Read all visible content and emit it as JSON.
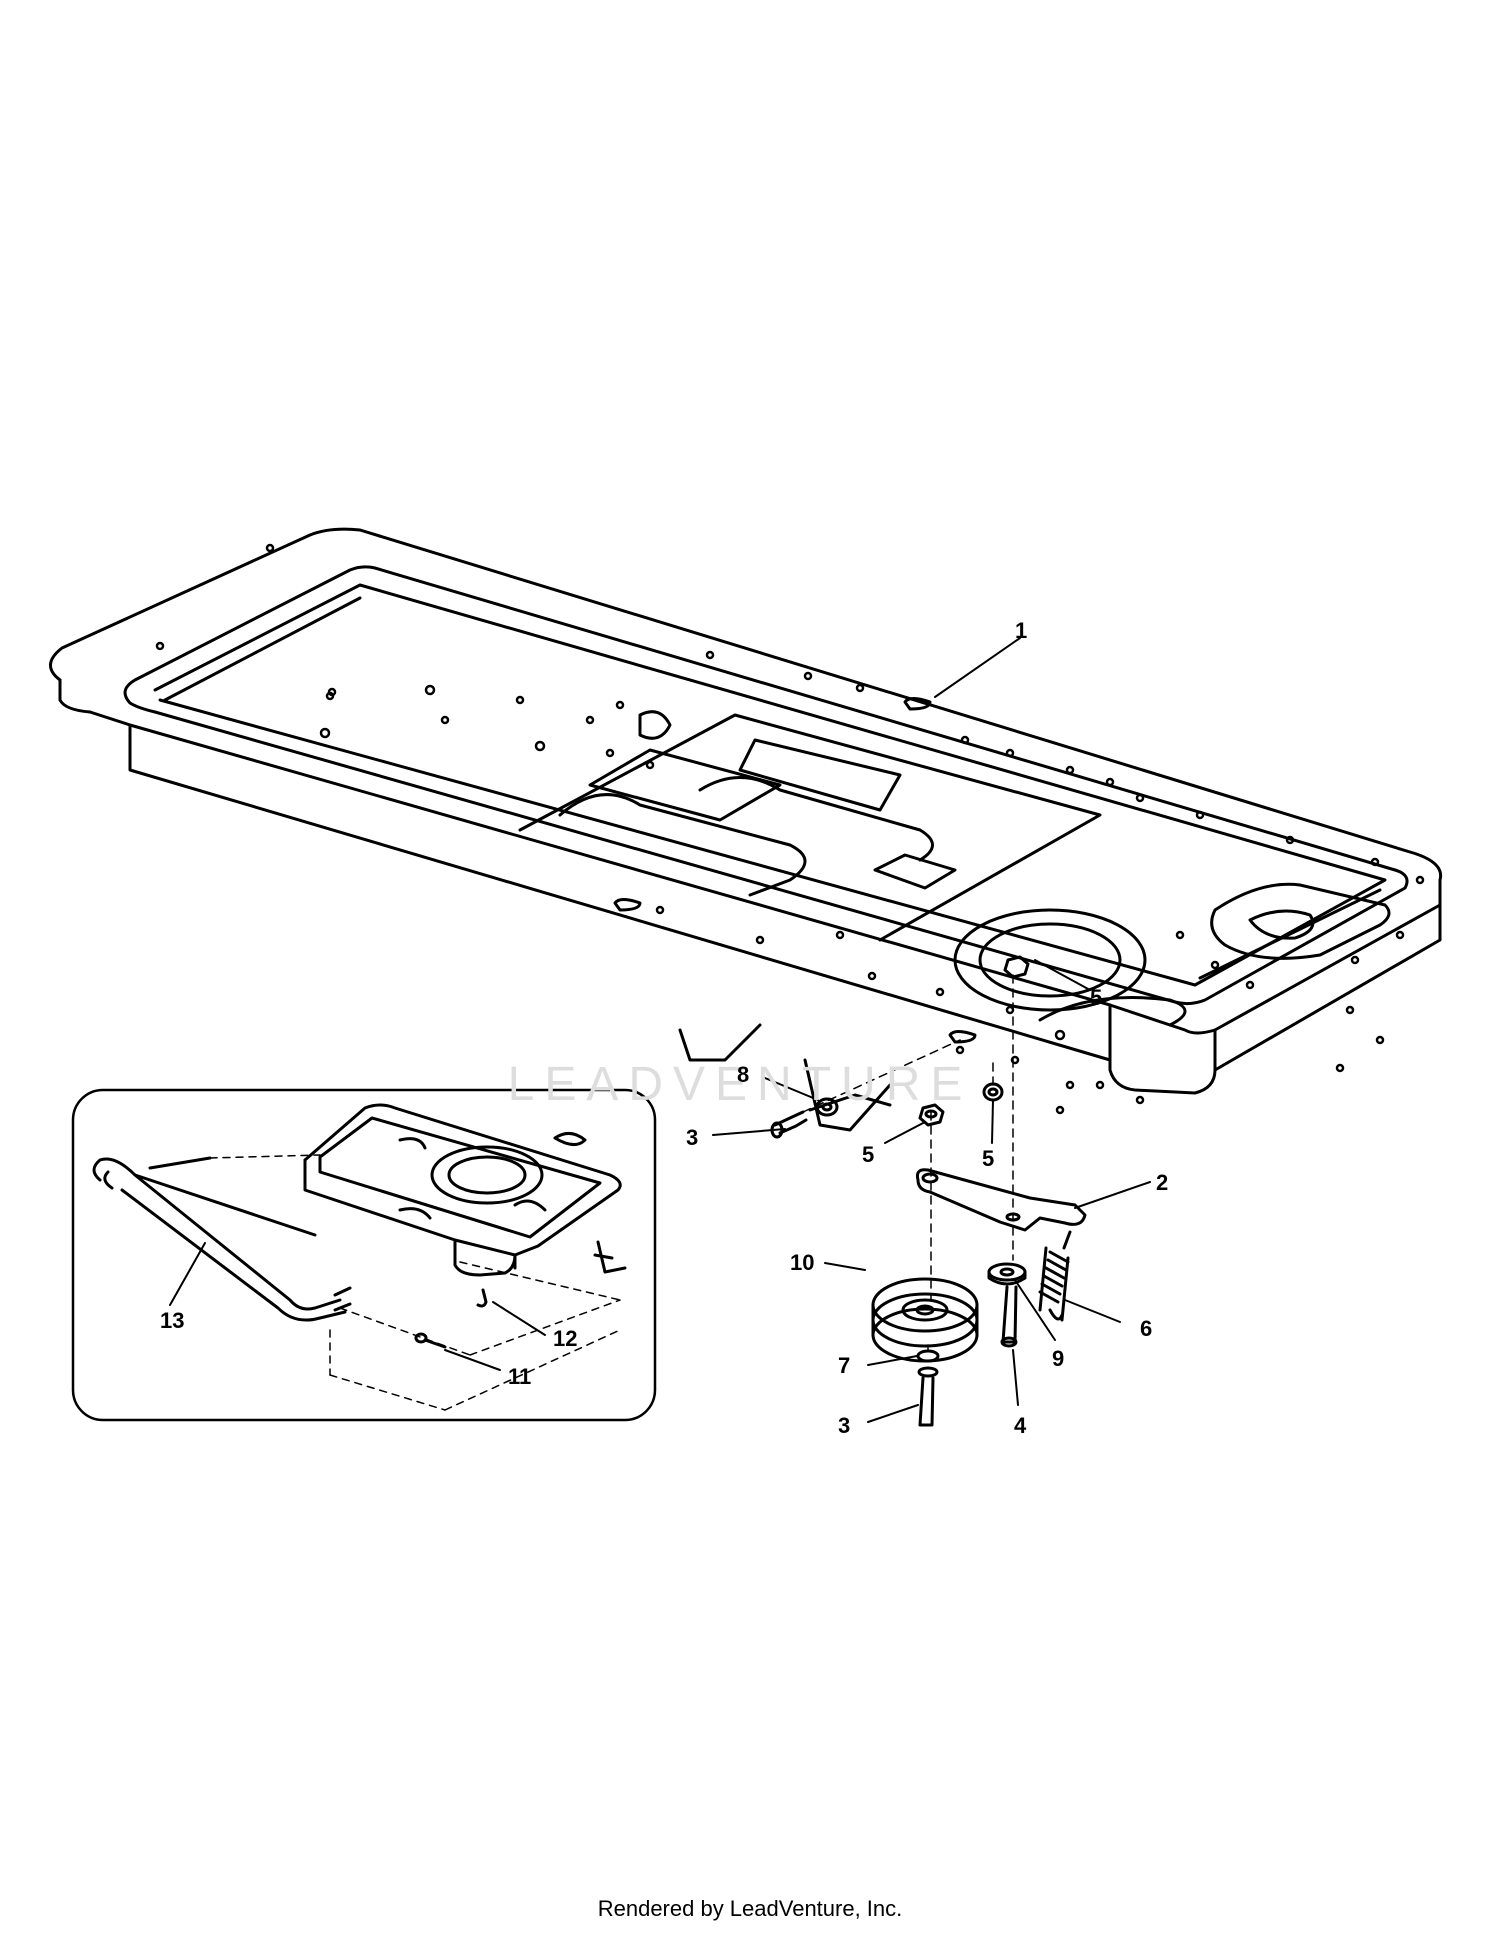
{
  "callouts": {
    "c1": "1",
    "c2": "2",
    "c3a": "3",
    "c3b": "3",
    "c4": "4",
    "c5a": "5",
    "c5b": "5",
    "c5c": "5",
    "c6": "6",
    "c7": "7",
    "c8": "8",
    "c9": "9",
    "c10": "10",
    "c11": "11",
    "c12": "12",
    "c13": "13"
  },
  "watermark": "LEADVENTURE",
  "footer": "Rendered by LeadVenture, Inc."
}
